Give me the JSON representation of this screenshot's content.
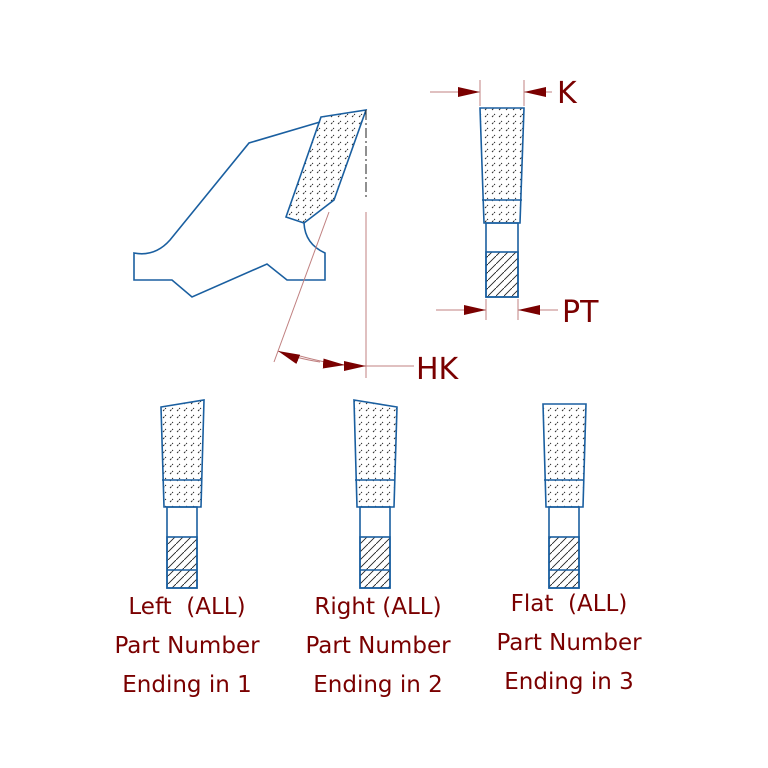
{
  "labels": {
    "k": "K",
    "pt": "PT",
    "hk": "HK"
  },
  "variants": [
    {
      "line1": "Left  (ALL)",
      "line2": "Part Number",
      "line3": "Ending in 1"
    },
    {
      "line1": "Right (ALL)",
      "line2": "Part Number",
      "line3": "Ending in 2"
    },
    {
      "line1": "Flat  (ALL)",
      "line2": "Part Number",
      "line3": "Ending in 3"
    }
  ],
  "colors": {
    "outline": "#1a5fa0",
    "dimension": "#7a0000"
  }
}
